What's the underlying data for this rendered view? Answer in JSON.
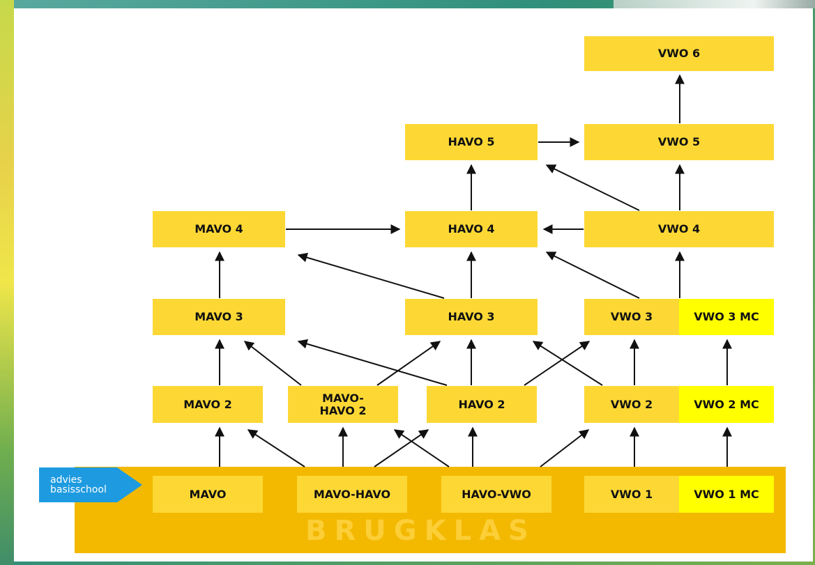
{
  "nodes": {
    "vwo6": "VWO 6",
    "havo5": "HAVO 5",
    "vwo5": "VWO 5",
    "mavo4": "MAVO 4",
    "havo4": "HAVO 4",
    "vwo4": "VWO 4",
    "mavo3": "MAVO 3",
    "havo3": "HAVO 3",
    "vwo3": "VWO 3",
    "vwo3mc": "VWO 3 MC",
    "mavo2": "MAVO 2",
    "mavohavo2_line1": "MAVO-",
    "mavohavo2_line2": "HAVO 2",
    "havo2": "HAVO 2",
    "vwo2": "VWO 2",
    "vwo2mc": "VWO 2 MC"
  },
  "brugklas": {
    "title": "BRUGKLAS",
    "mavo": "MAVO",
    "mavohavo": "MAVO-HAVO",
    "havovwo": "HAVO-VWO",
    "vwo1": "VWO 1",
    "vwo1mc": "VWO 1 MC"
  },
  "advies": {
    "line1": "advies",
    "line2": "basisschool"
  },
  "colors": {
    "box": "#fdd835",
    "mc_box": "#ffff00",
    "brugklas_band": "#f3b900",
    "advies_badge": "#1e9be0",
    "arrow": "#111111"
  }
}
